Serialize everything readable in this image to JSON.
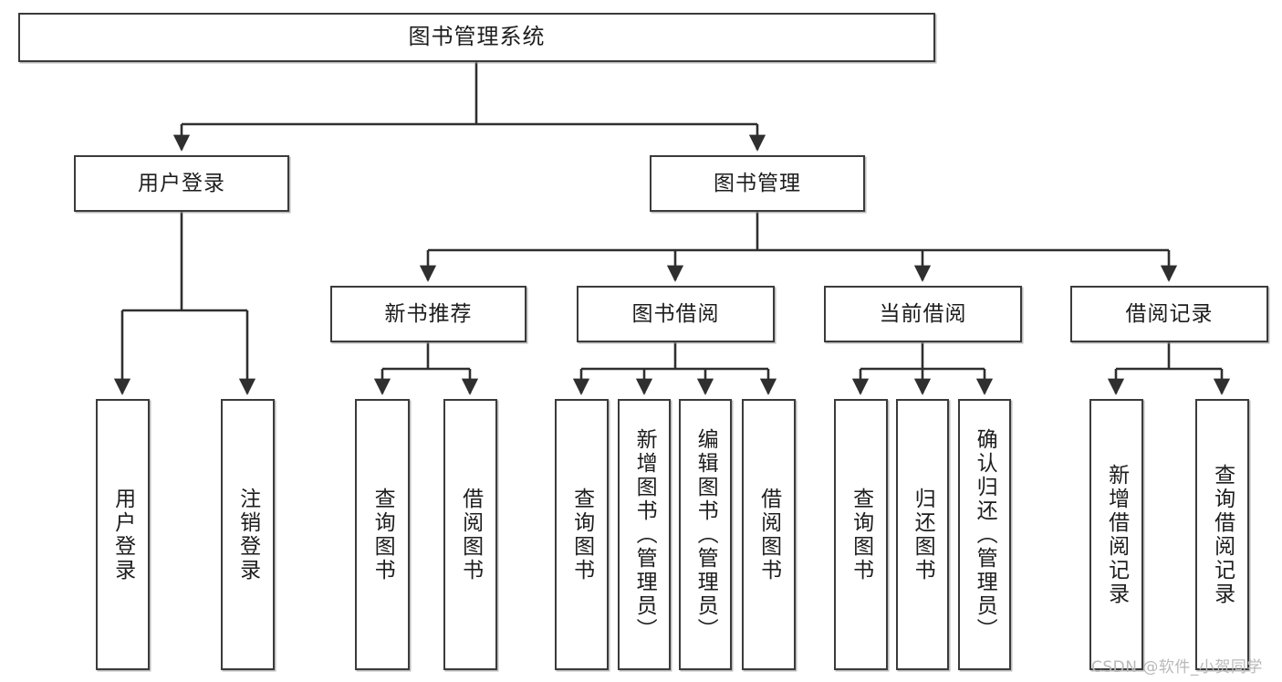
{
  "diagram": {
    "title": "图书管理系统",
    "type": "tree-hierarchy",
    "root": {
      "id": "root",
      "label": "图书管理系统"
    },
    "level1": [
      {
        "id": "user-login",
        "label": "用户登录"
      },
      {
        "id": "book-manage",
        "label": "图书管理"
      }
    ],
    "level2": [
      {
        "id": "new-book-rec",
        "label": "新书推荐",
        "parent": "book-manage"
      },
      {
        "id": "book-borrow",
        "label": "图书借阅",
        "parent": "book-manage"
      },
      {
        "id": "current-borrow",
        "label": "当前借阅",
        "parent": "book-manage"
      },
      {
        "id": "borrow-record",
        "label": "借阅记录",
        "parent": "book-manage"
      }
    ],
    "leaves": [
      {
        "id": "leaf-user-login",
        "label": "用户登录",
        "parent": "user-login"
      },
      {
        "id": "leaf-user-logout",
        "label": "注销登录",
        "parent": "user-login"
      },
      {
        "id": "leaf-query-book-1",
        "label": "查询图书",
        "parent": "new-book-rec"
      },
      {
        "id": "leaf-borrow-book-1",
        "label": "借阅图书",
        "parent": "new-book-rec"
      },
      {
        "id": "leaf-query-book-2",
        "label": "查询图书",
        "parent": "book-borrow"
      },
      {
        "id": "leaf-add-book",
        "label": "新增图书（管理员）",
        "parent": "book-borrow"
      },
      {
        "id": "leaf-edit-book",
        "label": "编辑图书（管理员）",
        "parent": "book-borrow"
      },
      {
        "id": "leaf-borrow-book-2",
        "label": "借阅图书",
        "parent": "book-borrow"
      },
      {
        "id": "leaf-query-book-3",
        "label": "查询图书",
        "parent": "current-borrow"
      },
      {
        "id": "leaf-return-book",
        "label": "归还图书",
        "parent": "current-borrow"
      },
      {
        "id": "leaf-confirm-return",
        "label": "确认归还（管理员）",
        "parent": "current-borrow"
      },
      {
        "id": "leaf-add-record",
        "label": "新增借阅记录",
        "parent": "borrow-record"
      },
      {
        "id": "leaf-query-record",
        "label": "查询借阅记录",
        "parent": "borrow-record"
      }
    ],
    "watermark": "CSDN @软件_小贺同学",
    "colors": {
      "border": "#3b3b3b",
      "background": "#ffffff",
      "text": "#1d1d1d",
      "edge": "#2f2f2f",
      "watermark": "#b9b9b9"
    }
  }
}
